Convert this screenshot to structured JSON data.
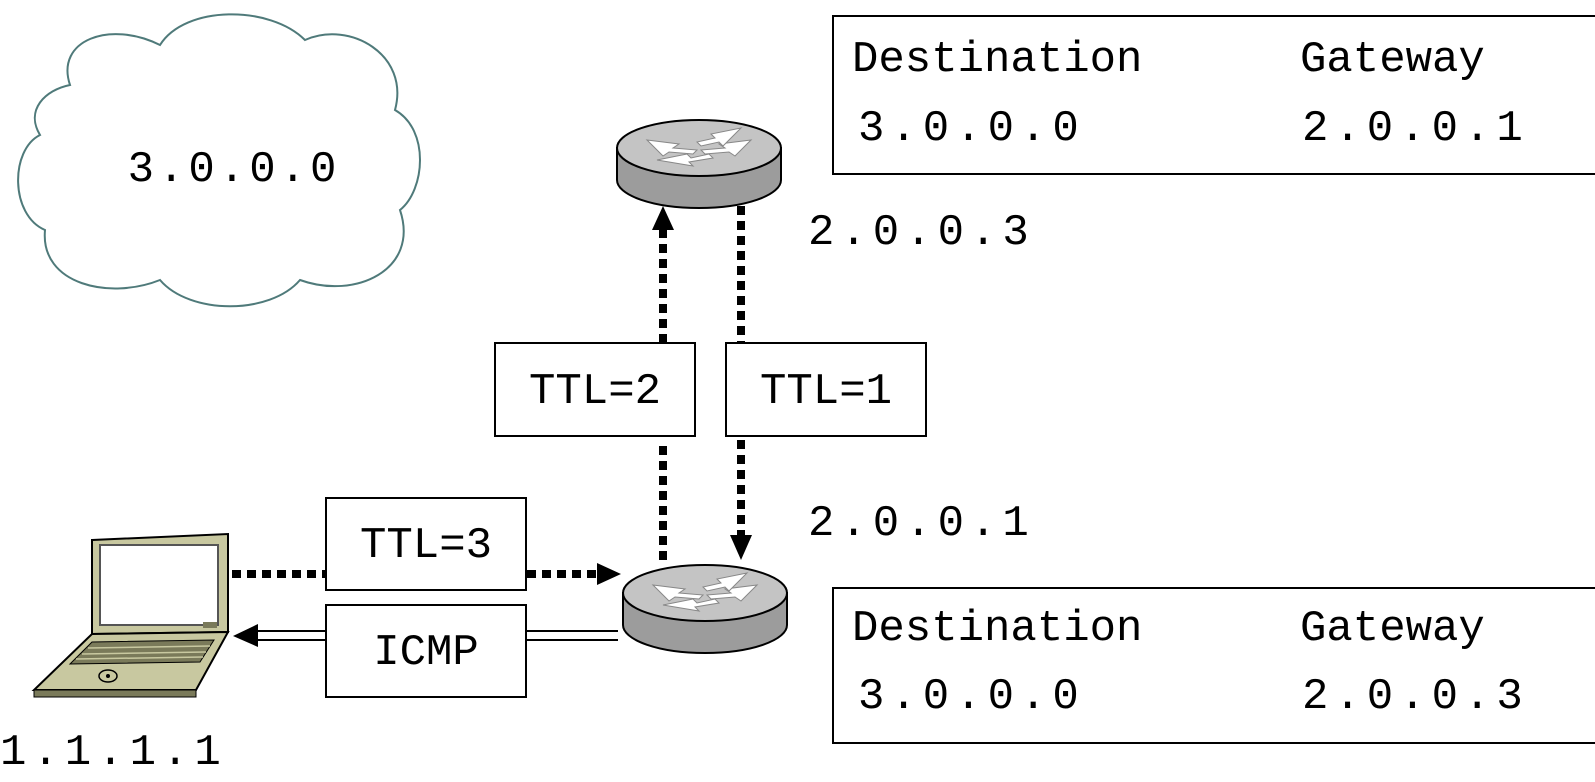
{
  "cloud": {
    "label": "3.0.0.0"
  },
  "router_top": {
    "address": "2.0.0.3"
  },
  "router_bottom": {
    "address": "2.0.0.1"
  },
  "laptop": {
    "address": "1.1.1.1"
  },
  "packets": {
    "up": "TTL=2",
    "down": "TTL=1",
    "to_router": "TTL=3",
    "reply": "ICMP"
  },
  "table_top": {
    "headers": [
      "Destination",
      "Gateway"
    ],
    "rows": [
      [
        "3.0.0.0",
        "2.0.0.1"
      ]
    ]
  },
  "table_bottom": {
    "headers": [
      "Destination",
      "Gateway"
    ],
    "rows": [
      [
        "3.0.0.0",
        "2.0.0.3"
      ]
    ]
  },
  "colors": {
    "cloud_stroke": "#4f7a7a",
    "router_body": "#9c9c9c",
    "router_top": "#c4c4c4",
    "laptop_body": "#c8c8a0",
    "laptop_dark": "#7a7a5a",
    "line": "#000000"
  }
}
